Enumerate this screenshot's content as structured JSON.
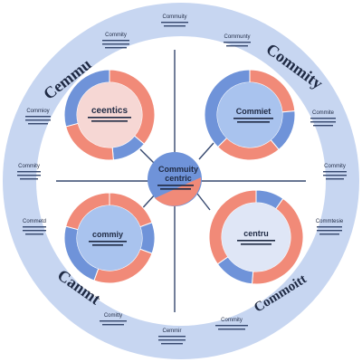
{
  "colors": {
    "ring": "#c7d6f1",
    "ring_inner": "#ffffff",
    "salmon": "#f18a78",
    "blue": "#6f93d9",
    "light_blue": "#a9c3ee",
    "pale": "#dfe6f6",
    "pink_center": "#f6d7d4",
    "ink": "#1f2a44",
    "line": "#36486e"
  },
  "ring_labels": {
    "top_left": "Cemmu",
    "top_right": "Commity",
    "bottom_left": "Canmt",
    "bottom_right": "Commoitt"
  },
  "center_hub": {
    "line1": "Commuity",
    "line2": "centric"
  },
  "quadrants": {
    "top_left": {
      "label": "ceentics"
    },
    "top_right": {
      "label": "Commiet"
    },
    "bottom_left": {
      "label": "commiy"
    },
    "bottom_right": {
      "label": "centru"
    }
  },
  "notes": {
    "top": "Commuity",
    "top_left": "Commity",
    "top_right": "Communty",
    "upper_right": "Commite",
    "mid_left_upper": "Commioy",
    "mid_left": "Commity",
    "mid_right": "Commity",
    "lower_right": "Commtesie",
    "lower_left": "Commetd",
    "bottom_left": "Comitty",
    "bottom_center": "Cemmir",
    "bottom_right": "Commity"
  }
}
